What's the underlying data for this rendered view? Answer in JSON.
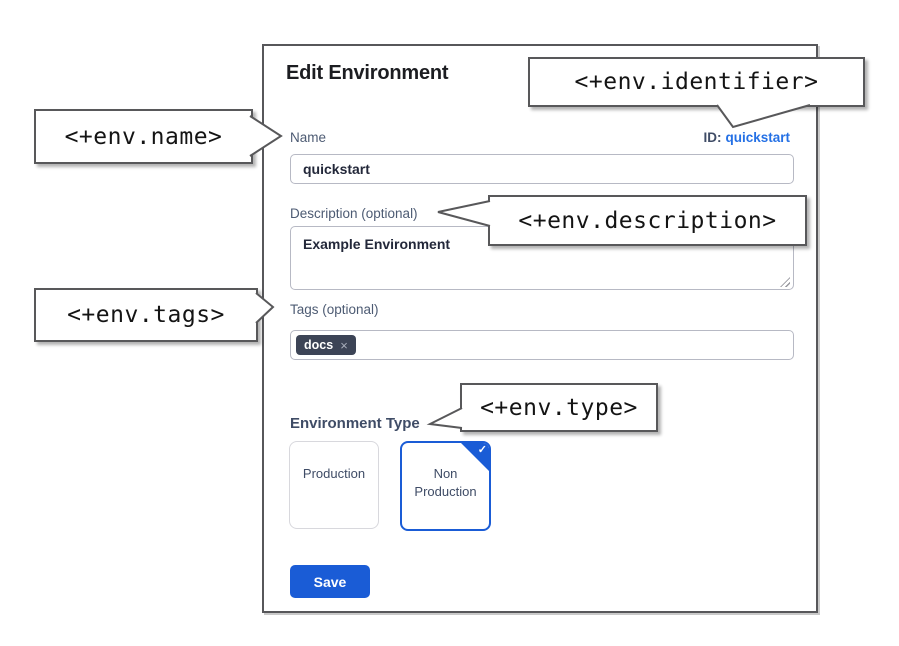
{
  "dialog": {
    "title": "Edit Environment",
    "name": {
      "label": "Name",
      "value": "quickstart"
    },
    "identifier": {
      "label": "ID:",
      "value": "quickstart"
    },
    "description": {
      "label": "Description (optional)",
      "value": "Example Environment"
    },
    "tags": {
      "label": "Tags (optional)",
      "items": [
        {
          "label": "docs",
          "remove_icon": "×"
        }
      ]
    },
    "environment_type": {
      "label": "Environment Type",
      "options": [
        {
          "label": "Production",
          "selected": false
        },
        {
          "label": "Non Production",
          "selected": true,
          "check_icon": "✓"
        }
      ]
    },
    "save_label": "Save"
  },
  "callouts": {
    "identifier": "<+env.identifier>",
    "name": "<+env.name>",
    "description": "<+env.description>",
    "tags": "<+env.tags>",
    "type": "<+env.type>"
  },
  "colors": {
    "accent_blue": "#1a5cd6",
    "link_blue": "#2470e5",
    "label_color": "#4d5b73",
    "tag_chip_bg": "#3c4456",
    "callout_border": "#58585a"
  }
}
